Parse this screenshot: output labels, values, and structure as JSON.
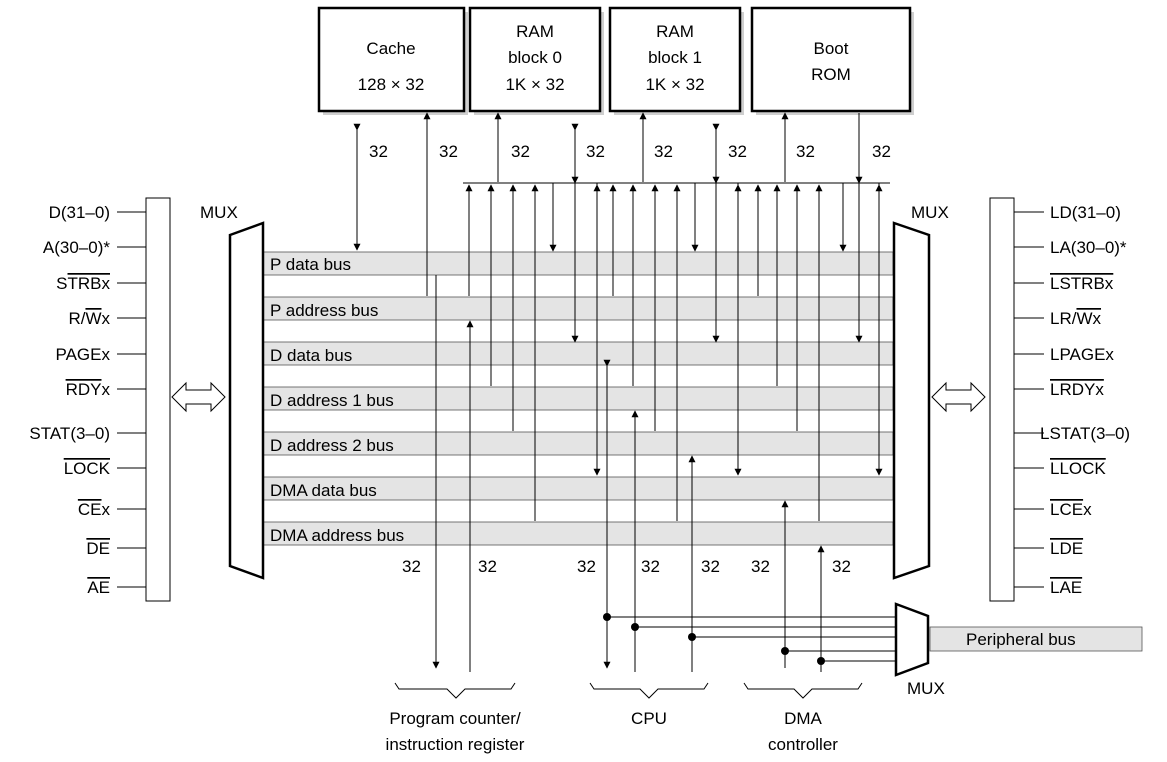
{
  "memories": [
    {
      "line1": "Cache",
      "line2": "",
      "line3": "128 × 32"
    },
    {
      "line1": "RAM",
      "line2": "block 0",
      "line3": "1K × 32"
    },
    {
      "line1": "RAM",
      "line2": "block 1",
      "line3": "1K × 32"
    },
    {
      "line1": "Boot",
      "line2": "ROM",
      "line3": ""
    }
  ],
  "bus_width_label": "32",
  "mux_label": "MUX",
  "buses": [
    "P data bus",
    "P address bus",
    "D data bus",
    "D address 1 bus",
    "D address 2 bus",
    "DMA data bus",
    "DMA address bus"
  ],
  "left_signals": [
    {
      "pre": "D(31–0)",
      "bar": "",
      "post": ""
    },
    {
      "pre": "A(30–0)*",
      "bar": "",
      "post": ""
    },
    {
      "pre": "S",
      "bar": "TRBx",
      "post": ""
    },
    {
      "pre": "R/",
      "bar": "W",
      "post": "x"
    },
    {
      "pre": "PAGEx",
      "bar": "",
      "post": ""
    },
    {
      "pre": "",
      "bar": "RDY",
      "post": "x"
    },
    {
      "pre": "STAT(3–0)",
      "bar": "",
      "post": ""
    },
    {
      "pre": "",
      "bar": "LOCK",
      "post": ""
    },
    {
      "pre": "",
      "bar": "CE",
      "post": "x"
    },
    {
      "pre": "",
      "bar": "DE",
      "post": ""
    },
    {
      "pre": "",
      "bar": "AE",
      "post": ""
    }
  ],
  "right_signals": [
    {
      "pre": "LD(31–0)",
      "bar": "",
      "post": ""
    },
    {
      "pre": "LA(30–0)*",
      "bar": "",
      "post": ""
    },
    {
      "pre": "",
      "bar": "LSTRBx",
      "post": ""
    },
    {
      "pre": "LR/",
      "bar": "Wx",
      "post": ""
    },
    {
      "pre": "LPAGEx",
      "bar": "",
      "post": ""
    },
    {
      "pre": "",
      "bar": "LRDYx",
      "post": ""
    },
    {
      "pre": "LSTAT(3–0)",
      "bar": "",
      "post": ""
    },
    {
      "pre": "",
      "bar": "LLOCK",
      "post": ""
    },
    {
      "pre": "",
      "bar": "LCE",
      "post": "x"
    },
    {
      "pre": "",
      "bar": "LDE",
      "post": ""
    },
    {
      "pre": "",
      "bar": "LAE",
      "post": ""
    }
  ],
  "peripheral_bus": "Peripheral bus",
  "units": [
    {
      "line1": "Program counter/",
      "line2": "instruction register"
    },
    {
      "line1": "CPU",
      "line2": ""
    },
    {
      "line1": "DMA",
      "line2": "controller"
    }
  ]
}
